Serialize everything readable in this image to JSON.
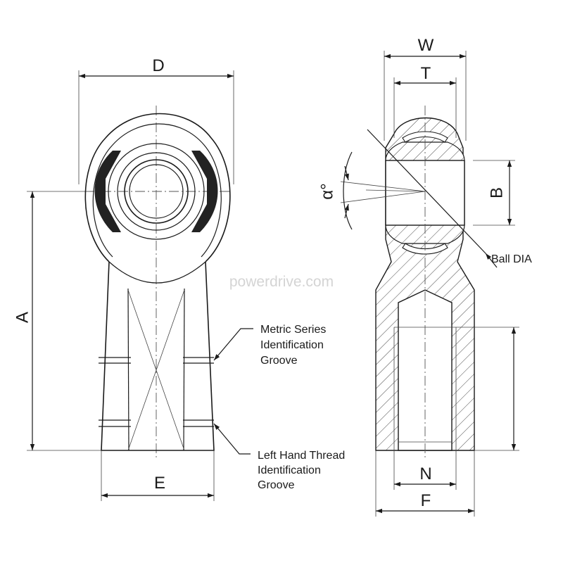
{
  "labels": {
    "d": "D",
    "a": "A",
    "e": "E",
    "w": "W",
    "t": "T",
    "b": "B",
    "alpha": "α°",
    "n": "N",
    "f": "F",
    "ball_dia": "Ball DIA"
  },
  "notes": {
    "metric": [
      "Metric Series",
      "Identification",
      "Groove"
    ],
    "left_hand": [
      "Left Hand Thread",
      "Identification",
      "Groove"
    ]
  },
  "watermark": "powerdrive.com",
  "colors": {
    "line": "#1a1a1a",
    "insert": "#222222",
    "watermark": "#d4d4d4"
  }
}
